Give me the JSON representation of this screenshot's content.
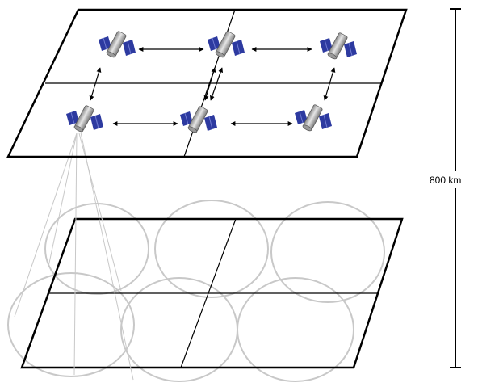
{
  "scale": {
    "label": "800 km"
  },
  "satellites": [
    {
      "id": "sat-r1c1"
    },
    {
      "id": "sat-r1c2"
    },
    {
      "id": "sat-r1c3"
    },
    {
      "id": "sat-r2c1"
    },
    {
      "id": "sat-r2c2"
    },
    {
      "id": "sat-r2c3"
    }
  ],
  "colors": {
    "panel": "#2d3aa0",
    "body": "#b8b8b8",
    "coverage": "#c8c8c8",
    "grid": "#000000"
  }
}
